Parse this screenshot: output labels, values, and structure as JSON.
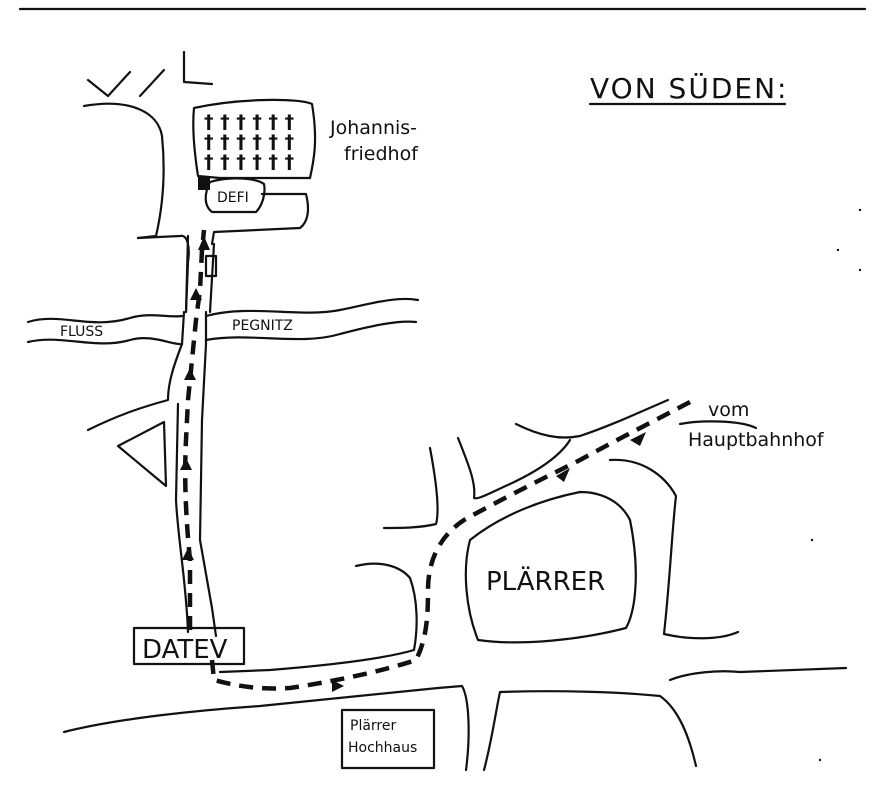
{
  "map": {
    "title": "VON SÜDEN:",
    "labels": {
      "cemetery_line1": "Johannis-",
      "cemetery_line2": "friedhof",
      "destination": "DEFI",
      "river_word1": "FLUSS",
      "river_word2": "PEGNITZ",
      "station_line1": "vom",
      "station_line2": "Hauptbahnhof",
      "square": "PLÄRRER",
      "company": "DATEV",
      "tower_line1": "Plärrer",
      "tower_line2": "Hochhaus"
    }
  }
}
